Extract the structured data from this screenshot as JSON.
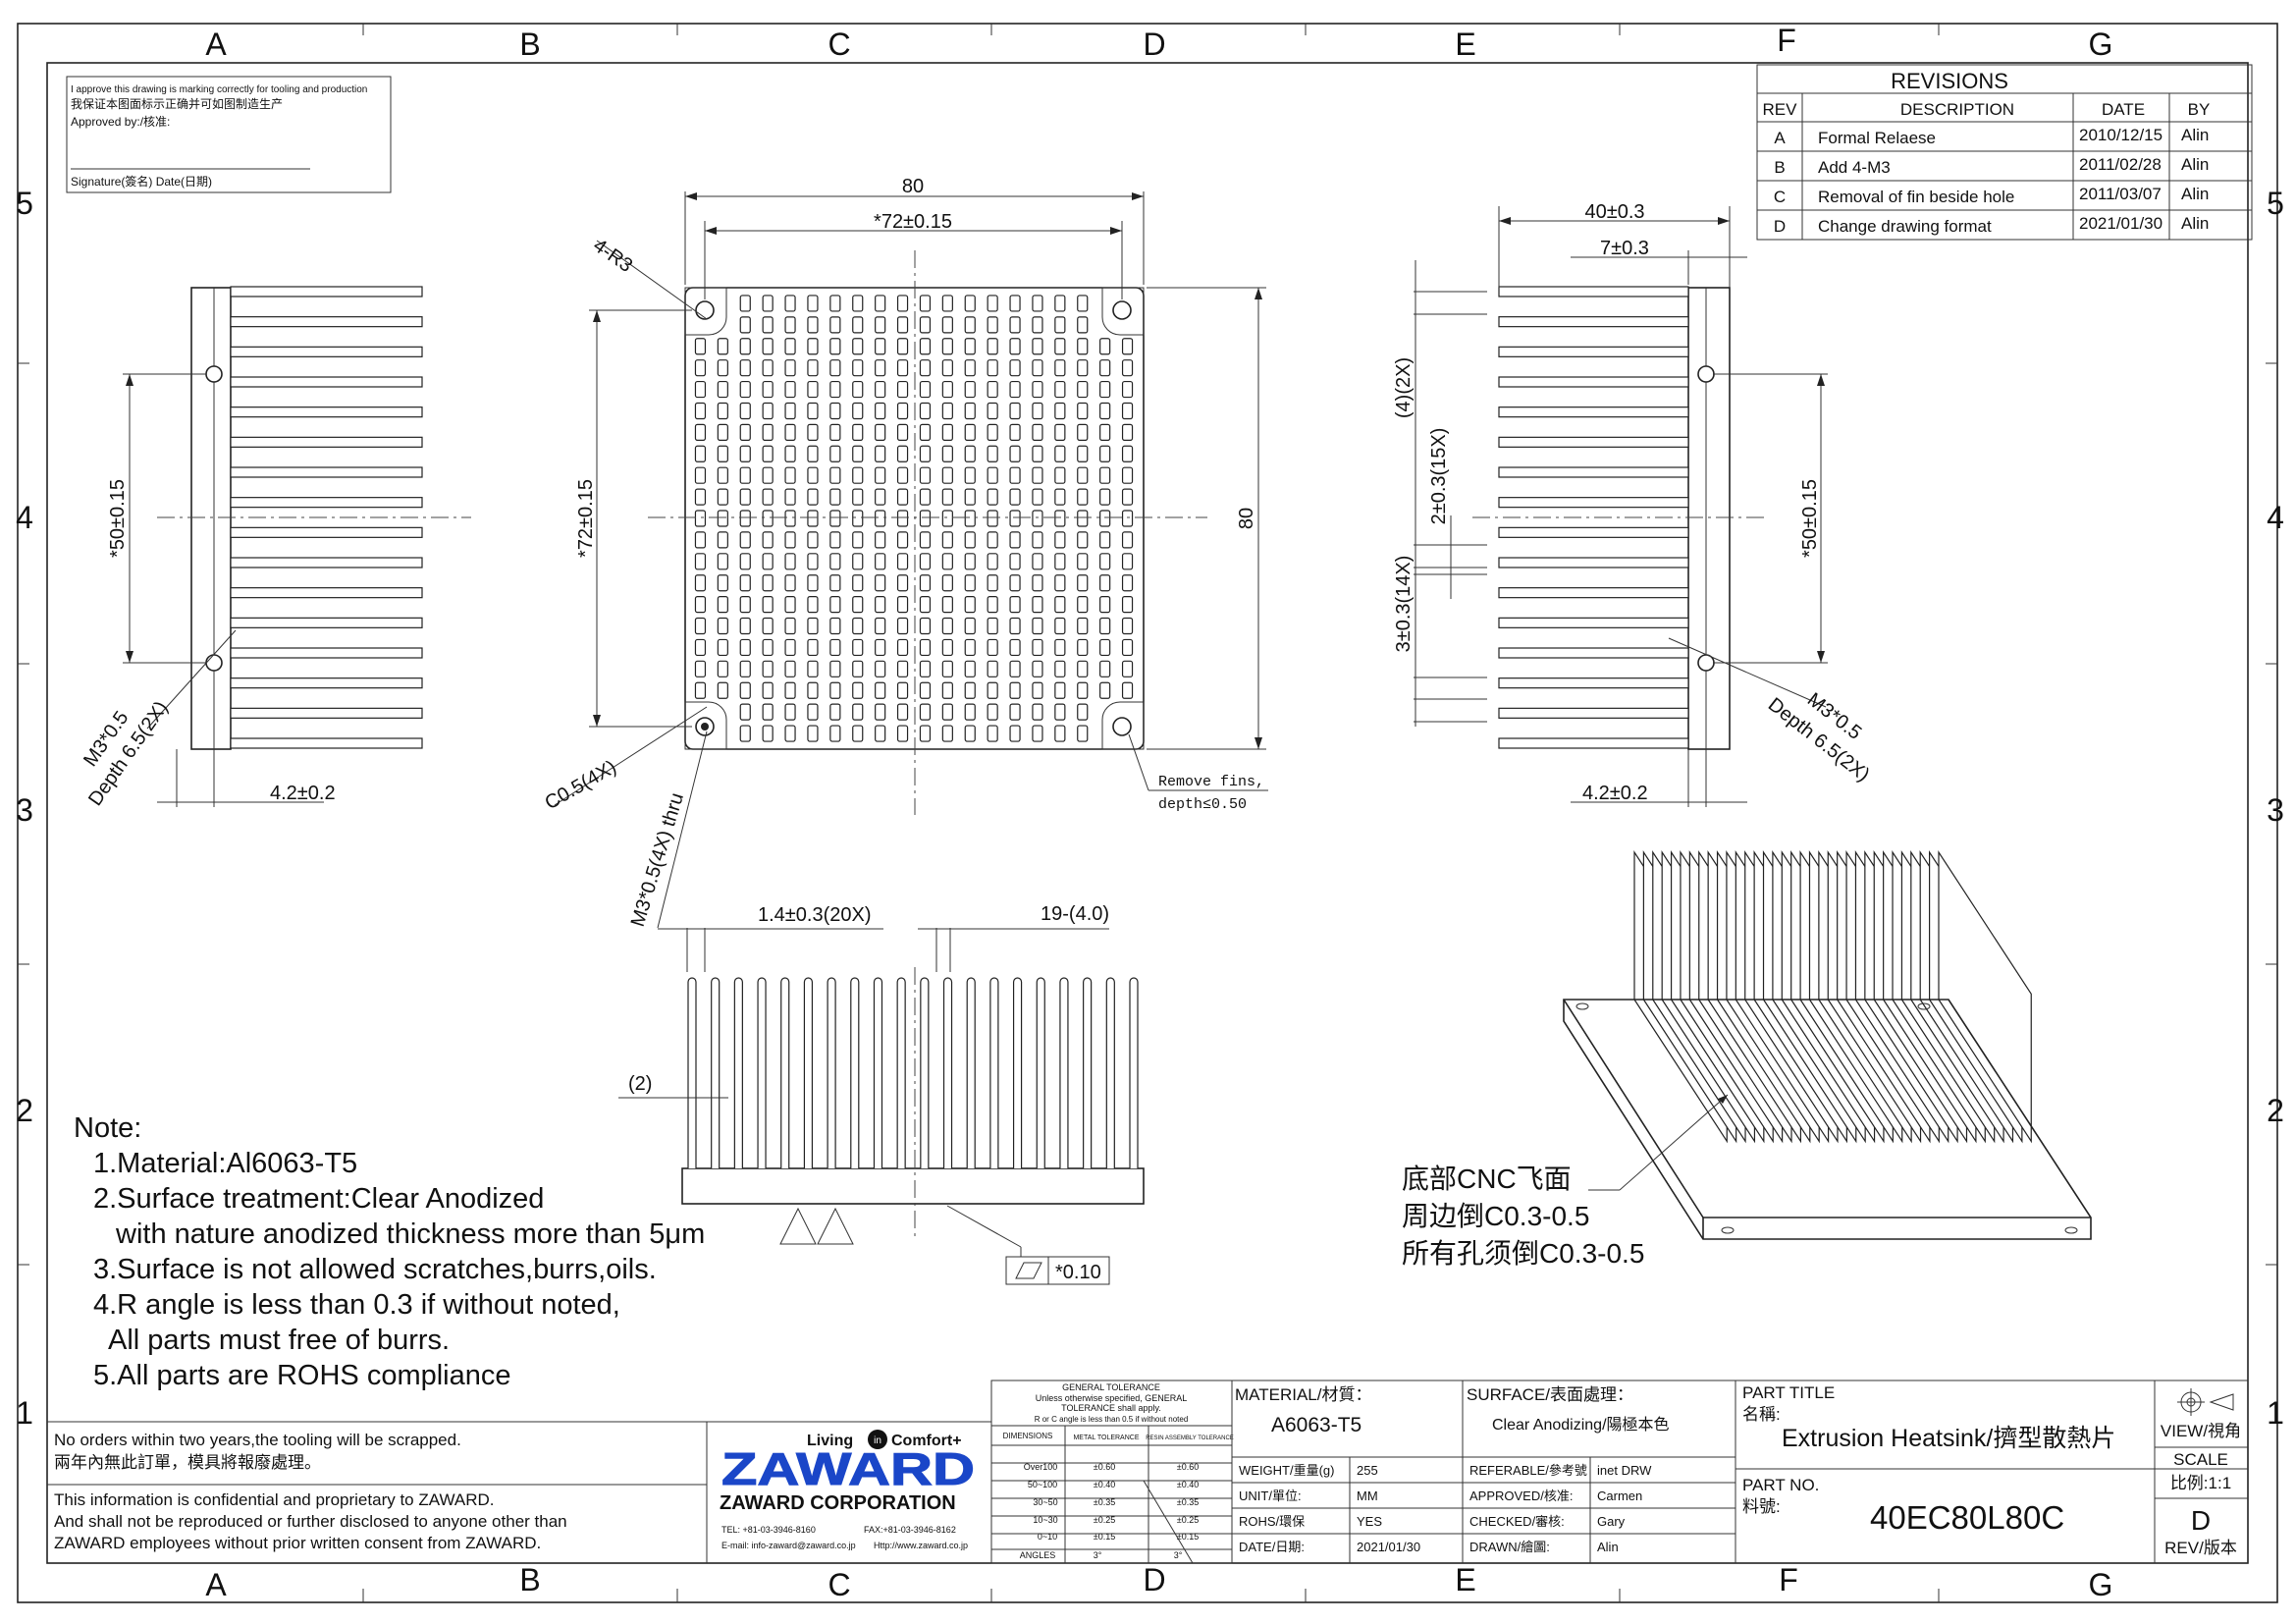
{
  "grid": {
    "columns": [
      "A",
      "B",
      "C",
      "D",
      "E",
      "F",
      "G"
    ],
    "rows": [
      "5",
      "4",
      "3",
      "2",
      "1"
    ]
  },
  "approval": {
    "line1": "I approve this drawing is marking correctly for tooling and production",
    "line2": "我保证本图面标示正确并可如图制造生产",
    "approved_by": "Approved by:/核准:",
    "signature": "Signature(簽名)  Date(日期)"
  },
  "revisions": {
    "title": "REVISIONS",
    "headers": [
      "REV",
      "DESCRIPTION",
      "DATE",
      "BY"
    ],
    "rows": [
      {
        "rev": "A",
        "desc": "Formal Relaese",
        "date": "2010/12/15",
        "by": "Alin"
      },
      {
        "rev": "B",
        "desc": "Add 4-M3",
        "date": "2011/02/28",
        "by": "Alin"
      },
      {
        "rev": "C",
        "desc": "Removal of fin beside hole",
        "date": "2011/03/07",
        "by": "Alin"
      },
      {
        "rev": "D",
        "desc": "Change drawing format",
        "date": "2021/01/30",
        "by": "Alin"
      }
    ]
  },
  "dims": {
    "left_50": "*50±0.15",
    "left_thread": "M3*0.5",
    "left_depth": "Depth 6.5(2X)",
    "left_42": "4.2±0.2",
    "top_80": "80",
    "top_72": "*72±0.15",
    "r3": "4-R3",
    "vert_72": "*72±0.15",
    "right_80": "80",
    "c05": "C0.5(4X)",
    "m3_thru": "M3*0.5(4X) thru",
    "remove1": "Remove fins,",
    "remove2": "depth≤0.50",
    "r_40": "40±0.3",
    "r_7": "7±0.3",
    "r_4": "(4)(2X)",
    "r_2": "2±0.3(15X)",
    "r_3": "3±0.3(14X)",
    "r_50": "*50±0.15",
    "r_thread": "M3*0.5",
    "r_depth": "Depth 6.5(2X)",
    "r_42": "4.2±0.2",
    "f_14": "1.4±0.3(20X)",
    "f_19": "19-(4.0)",
    "f_2": "(2)",
    "flatness": "*0.10"
  },
  "notes": {
    "title": "Note:",
    "lines": [
      "1.Material:Al6063-T5",
      "2.Surface treatment:Clear Anodized",
      "with nature anodized thickness more than 5μm",
      "3.Surface is not allowed scratches,burrs,oils.",
      "4.R angle is less than 0.3 if without noted,",
      "All parts must free of burrs.",
      "5.All parts are ROHS compliance"
    ]
  },
  "cnc": {
    "lines": [
      "底部CNC飞面",
      "周边倒C0.3-0.5",
      "所有孔须倒C0.3-0.5"
    ]
  },
  "footer": {
    "tool_note_en": "No orders within two years,the tooling will be scrapped.",
    "tool_note_zh": "兩年內無此訂單，模具將報廢處理。",
    "conf1": "This information is confidential and proprietary to ZAWARD.",
    "conf2": "And shall not be reproduced or further disclosed to anyone other than",
    "conf3": "ZAWARD employees without prior written consent from ZAWARD.",
    "slogan_left": "Living",
    "slogan_right": "Comfort+",
    "slogan_mark": "in",
    "logo": "ZAWARD",
    "company": "ZAWARD CORPORATION",
    "tel": "TEL: +81-03-3946-8160",
    "fax": "FAX:+81-03-3946-8162",
    "email": "E-mail: info-zaward@zaward.co.jp",
    "web": "Http://www.zaward.co.jp"
  },
  "tolerance": {
    "title1": "GENERAL TOLERANCE",
    "title2": "Unless otherwise specified, GENERAL",
    "title3": "TOLERANCE shall apply.",
    "title4": "R or C angle is less than 0.5 if without noted",
    "headers": [
      "DIMENSIONS",
      "METAL TOLERANCE",
      "RESIN ASSEMBLY TOLERANCE"
    ],
    "rows": [
      [
        "Over100",
        "±0.60",
        "±0.60"
      ],
      [
        "50~100",
        "±0.40",
        "±0.40"
      ],
      [
        "30~50",
        "±0.35",
        "±0.35"
      ],
      [
        "10~30",
        "±0.25",
        "±0.25"
      ],
      [
        "0~10",
        "±0.15",
        "±0.15"
      ],
      [
        "ANGLES",
        "3°",
        "3°"
      ]
    ]
  },
  "title_block": {
    "material_label": "MATERIAL/材質：",
    "material": "A6063-T5",
    "surface_label": "SURFACE/表面處理：",
    "surface": "Clear Anodizing/陽極本色",
    "weight_label": "WEIGHT/重量(g)",
    "weight": "255",
    "unit_label": "UNIT/單位:",
    "unit": "MM",
    "rohs_label": "ROHS/環保",
    "rohs": "YES",
    "date_label": "DATE/日期:",
    "date": "2021/01/30",
    "ref_label": "REFERABLE/參考號",
    "ref": "inet DRW",
    "approved_label": "APPROVED/核准:",
    "approved": "Carmen",
    "checked_label": "CHECKED/審核:",
    "checked": "Gary",
    "drawn_label": "DRAWN/繪圖:",
    "drawn": "Alin",
    "part_title_label": "PART TITLE",
    "part_title_zh": "名稱:",
    "part_title": "Extrusion Heatsink/擠型散熱片",
    "part_no_label": "PART NO.",
    "part_no_zh": "料號:",
    "part_no": "40EC80L80C",
    "view_label": "VIEW/視角",
    "scale_label": "SCALE",
    "scale_value": "比例:1:1",
    "rev_value": "D",
    "rev_label": "REV/版本"
  }
}
